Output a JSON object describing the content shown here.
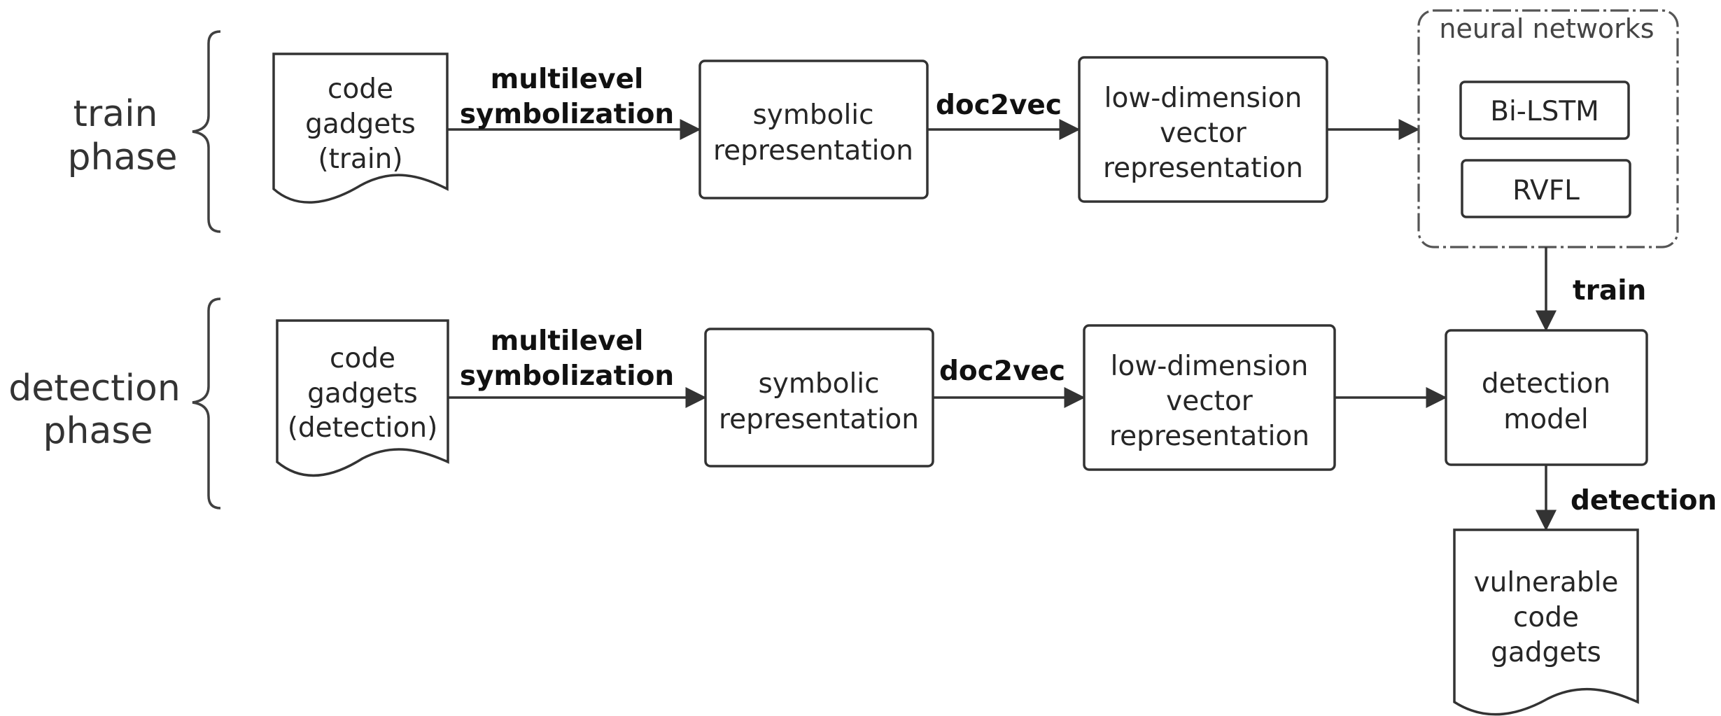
{
  "phases": {
    "train": [
      "train",
      "phase"
    ],
    "detection": [
      "detection",
      "phase"
    ]
  },
  "nodes": {
    "train_input": [
      "code",
      "gadgets",
      "(train)"
    ],
    "train_symbolic": [
      "symbolic",
      "representation"
    ],
    "train_vector": [
      "low-dimension",
      "vector",
      "representation"
    ],
    "detect_input": [
      "code",
      "gadgets",
      "(detection)"
    ],
    "detect_symbolic": [
      "symbolic",
      "representation"
    ],
    "detect_vector": [
      "low-dimension",
      "vector",
      "representation"
    ],
    "detection_model": [
      "detection",
      "model"
    ],
    "output": [
      "vulnerable",
      "code",
      "gadgets"
    ]
  },
  "group": {
    "title": "neural networks",
    "models": [
      "Bi-LSTM",
      "RVFL"
    ]
  },
  "edge_labels": {
    "symbolization": [
      "multilevel",
      "symbolization"
    ],
    "doc2vec": "doc2vec",
    "train": "train",
    "detection": "detection"
  }
}
